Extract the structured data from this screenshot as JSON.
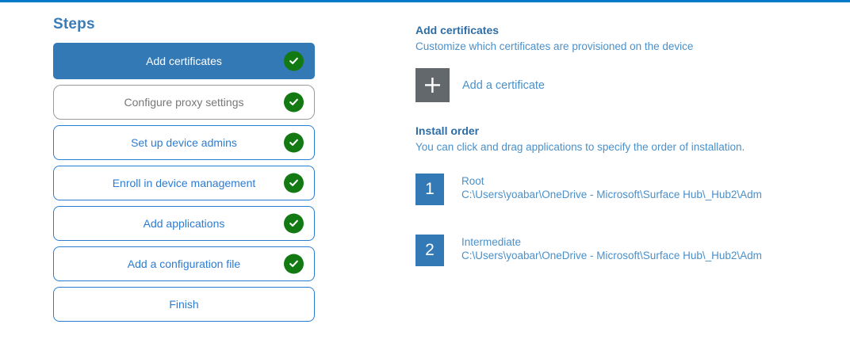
{
  "theme": {
    "top_rule_color": "#0078c8",
    "accent_blue": "#3379b5",
    "link_blue": "#4a90c9",
    "heading_blue": "#2e6da4",
    "check_green": "#137a13",
    "tile_gray": "#63686d",
    "muted_gray": "#777777"
  },
  "steps": {
    "title": "Steps",
    "items": [
      {
        "label": "Add certificates",
        "state": "selected",
        "complete": true
      },
      {
        "label": "Configure proxy settings",
        "state": "muted",
        "complete": true
      },
      {
        "label": "Set up device admins",
        "state": "normal",
        "complete": true
      },
      {
        "label": "Enroll in device management",
        "state": "normal",
        "complete": true
      },
      {
        "label": "Add applications",
        "state": "normal",
        "complete": true
      },
      {
        "label": "Add a configuration file",
        "state": "normal",
        "complete": true
      },
      {
        "label": "Finish",
        "state": "normal",
        "complete": false
      }
    ]
  },
  "detail": {
    "title": "Add certificates",
    "subtitle": "Customize which certificates are provisioned on the device",
    "add_certificate_label": "Add a certificate",
    "plus_icon": "plus-icon",
    "install_order": {
      "title": "Install order",
      "subtitle": "You can click and drag applications to specify the order of installation.",
      "items": [
        {
          "number": "1",
          "name": "Root",
          "path": "C:\\Users\\yoabar\\OneDrive - Microsoft\\Surface Hub\\_Hub2\\Adm"
        },
        {
          "number": "2",
          "name": "Intermediate",
          "path": "C:\\Users\\yoabar\\OneDrive - Microsoft\\Surface Hub\\_Hub2\\Adm"
        }
      ]
    }
  }
}
